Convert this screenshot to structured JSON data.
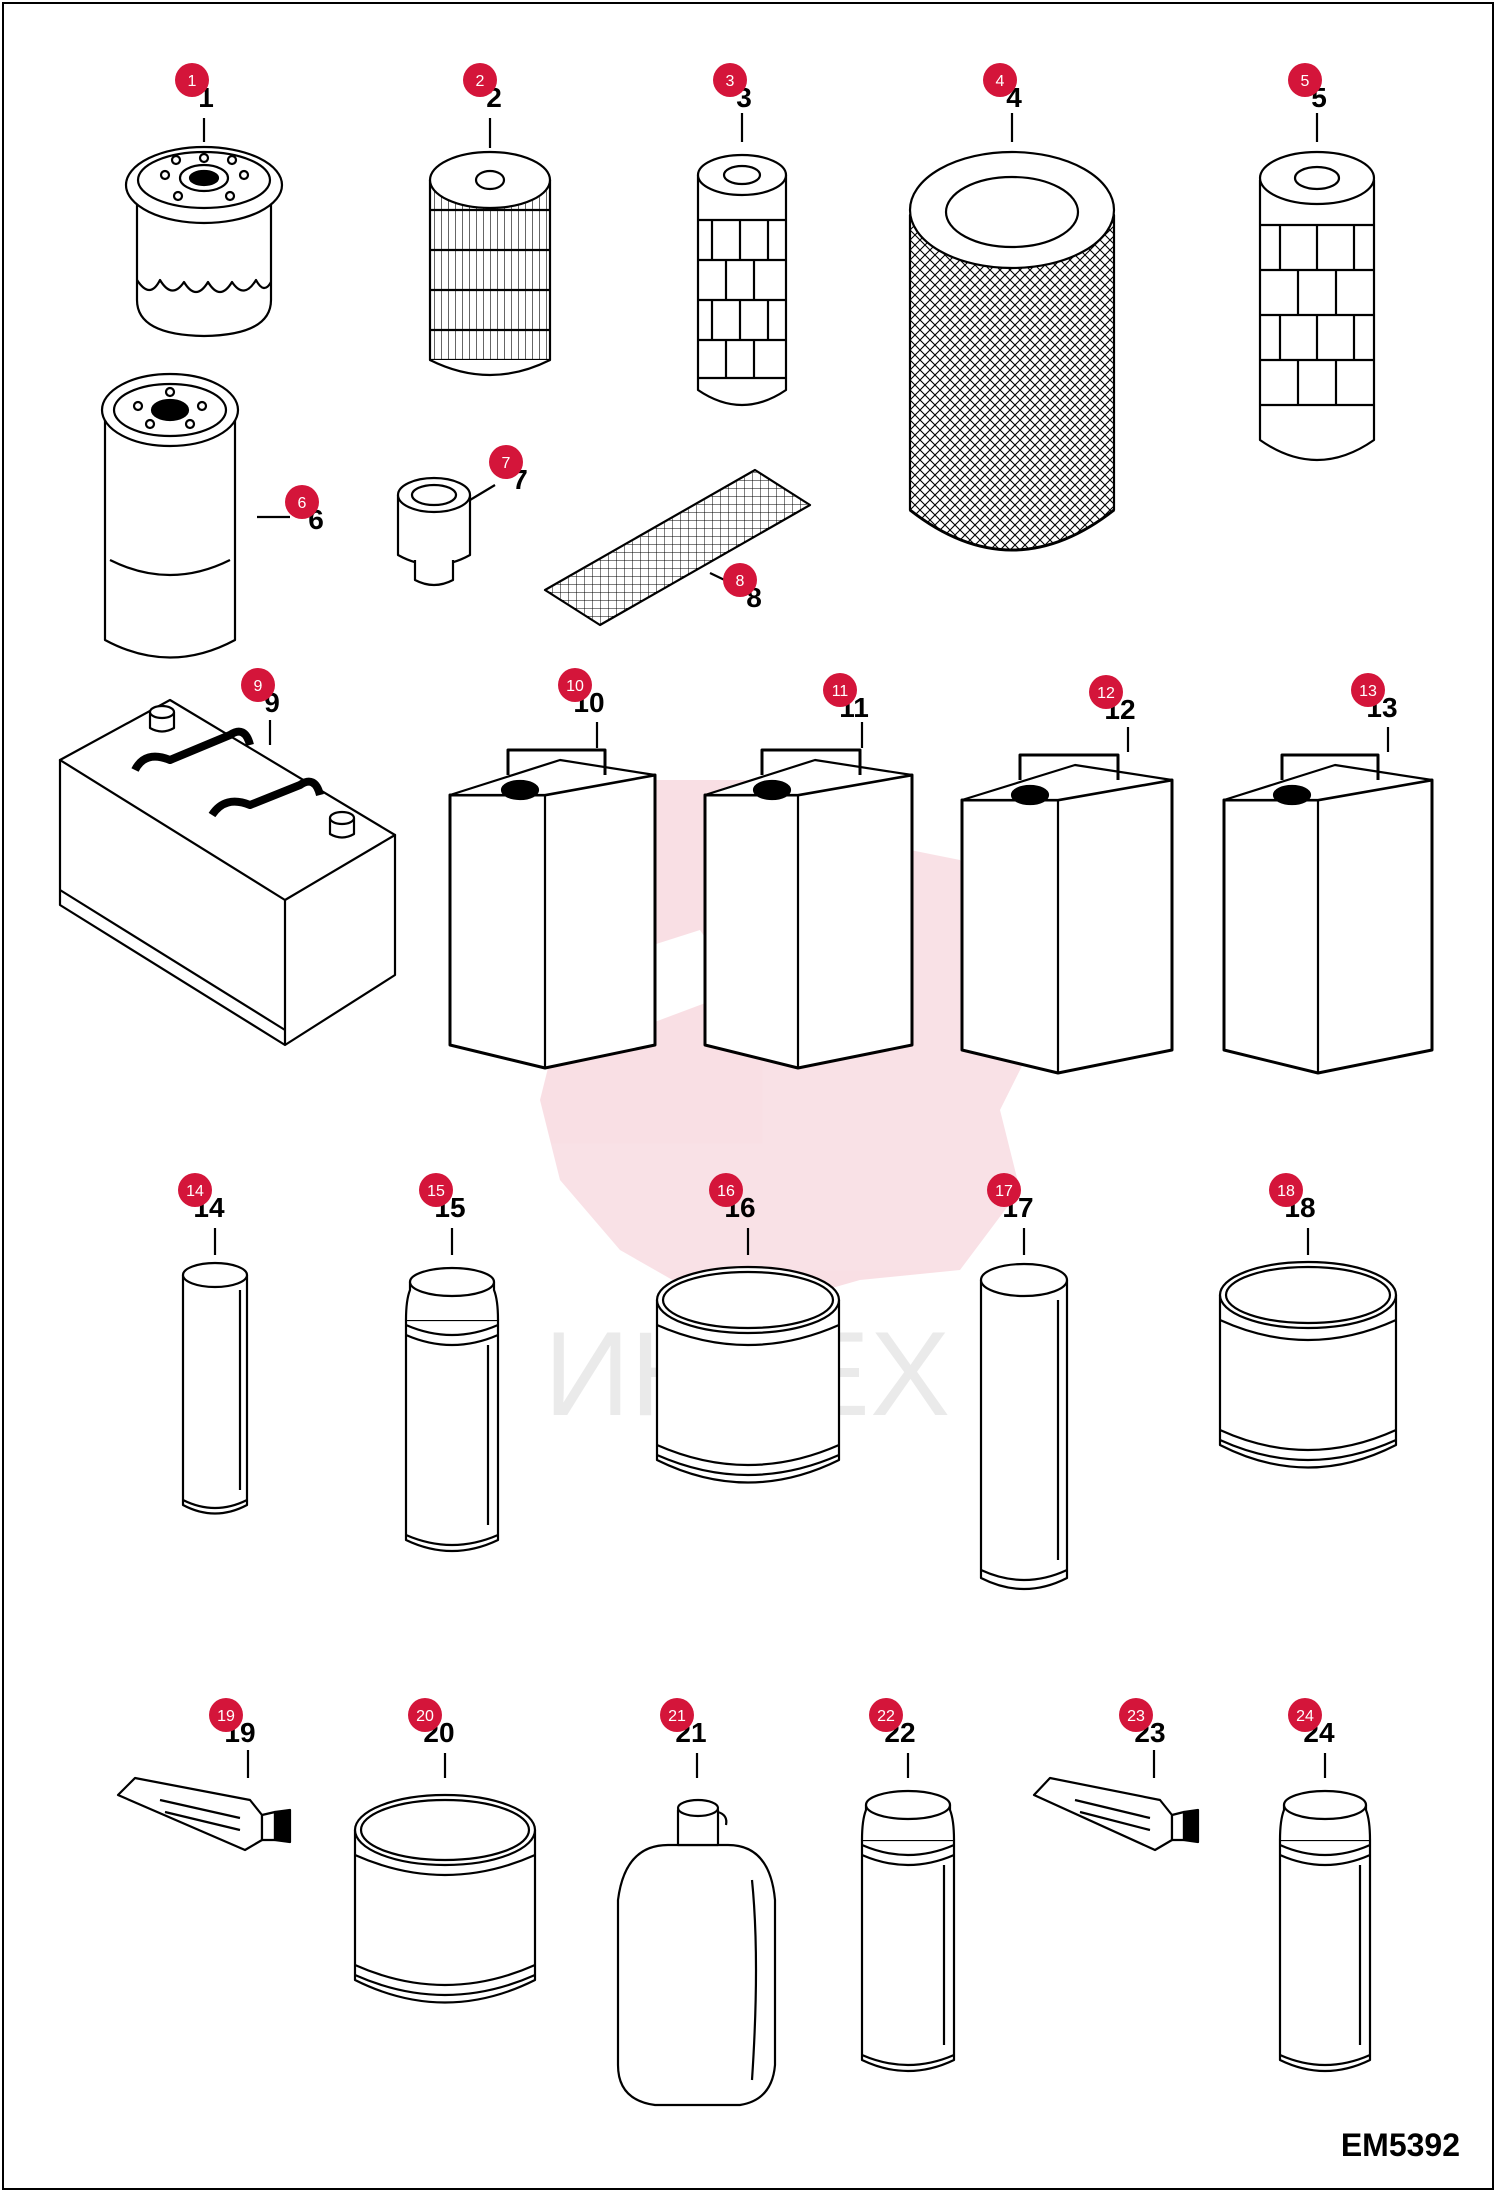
{
  "diagram": {
    "document_code": "EM5392",
    "watermark": "ИНТЕХ",
    "accent_color": "#d4153a",
    "callouts": [
      {
        "id": "1",
        "label": "1"
      },
      {
        "id": "2",
        "label": "2"
      },
      {
        "id": "3",
        "label": "3"
      },
      {
        "id": "4",
        "label": "4"
      },
      {
        "id": "5",
        "label": "5"
      },
      {
        "id": "6",
        "label": "6"
      },
      {
        "id": "7",
        "label": "7"
      },
      {
        "id": "8",
        "label": "8"
      },
      {
        "id": "9",
        "label": "9"
      },
      {
        "id": "10",
        "label": "10"
      },
      {
        "id": "11",
        "label": "11"
      },
      {
        "id": "12",
        "label": "12"
      },
      {
        "id": "13",
        "label": "13"
      },
      {
        "id": "14",
        "label": "14"
      },
      {
        "id": "15",
        "label": "15"
      },
      {
        "id": "16",
        "label": "16"
      },
      {
        "id": "17",
        "label": "17"
      },
      {
        "id": "18",
        "label": "18"
      },
      {
        "id": "19",
        "label": "19"
      },
      {
        "id": "20",
        "label": "20"
      },
      {
        "id": "21",
        "label": "21"
      },
      {
        "id": "22",
        "label": "22"
      },
      {
        "id": "23",
        "label": "23"
      },
      {
        "id": "24",
        "label": "24"
      }
    ]
  }
}
